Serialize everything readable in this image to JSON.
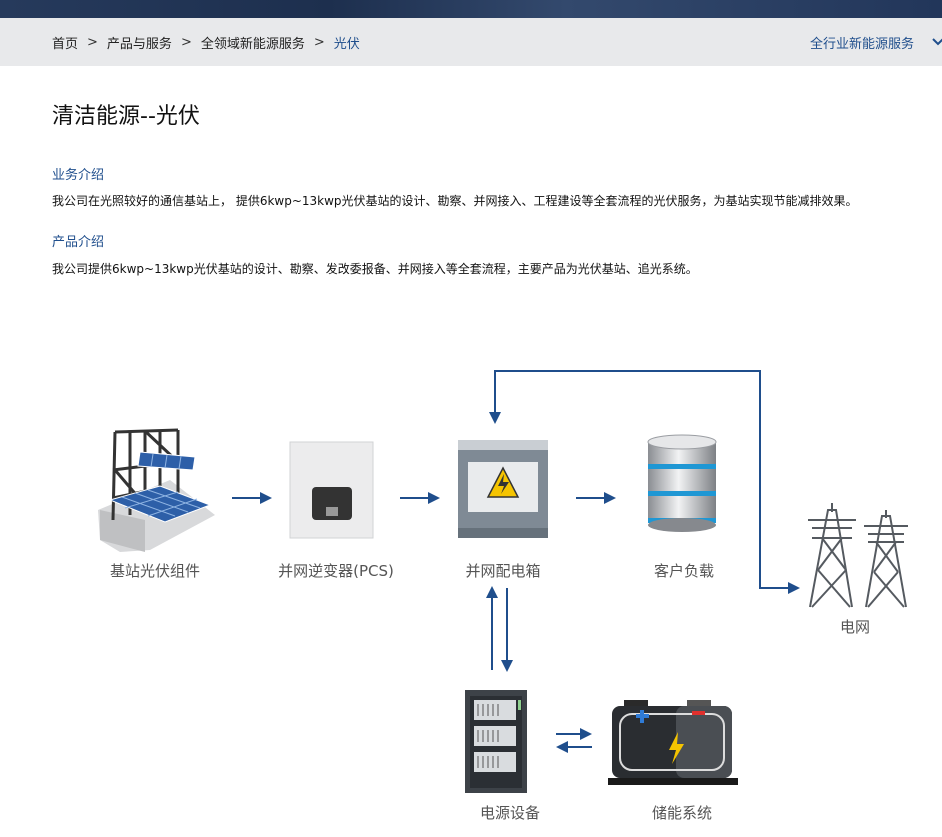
{
  "breadcrumb": {
    "items": [
      "首页",
      "产品与服务",
      "全领域新能源服务",
      "光伏"
    ],
    "separator": ">"
  },
  "nav_right": {
    "label": "全行业新能源服务",
    "icon": "chevron-down-icon"
  },
  "page_title": "清洁能源--光伏",
  "sections": [
    {
      "title": "业务介绍",
      "text": "我公司在光照较好的通信基站上， 提供6kwp~13kwp光伏基站的设计、勘察、并网接入、工程建设等全套流程的光伏服务，为基站实现节能减排效果。"
    },
    {
      "title": "产品介绍",
      "text": "我公司提供6kwp~13kwp光伏基站的设计、勘察、发改委报备、并网接入等全套流程，主要产品为光伏基站、追光系统。"
    }
  ],
  "diagram": {
    "nodes": {
      "pv_module": "基站光伏组件",
      "inverter": "并网逆变器(PCS)",
      "distribution_box": "并网配电箱",
      "customer_load": "客户负载",
      "grid": "电网",
      "power_equipment": "电源设备",
      "storage": "储能系统"
    },
    "colors": {
      "arrow": "#1f4e8c",
      "label": "#555555",
      "battery_plus": "#2f7bd6",
      "battery_minus": "#e0302d",
      "warning": "#f5c400"
    }
  }
}
